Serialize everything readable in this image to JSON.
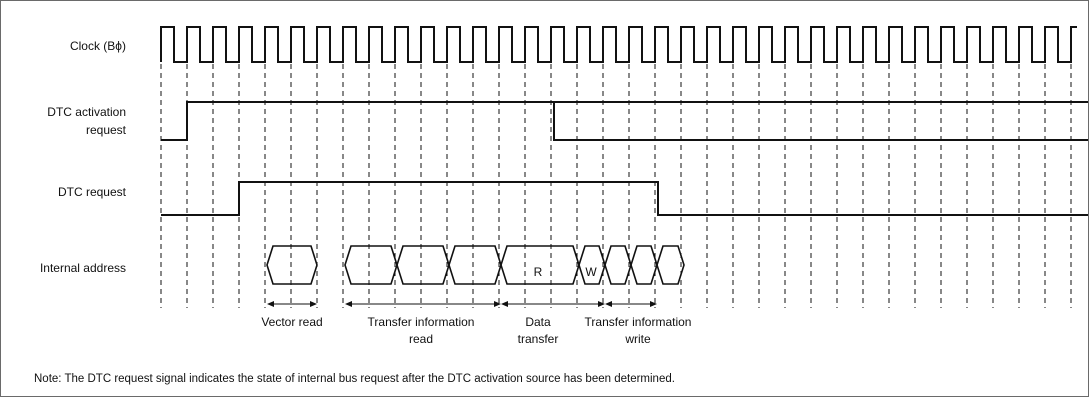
{
  "signals": {
    "clock": "Clock (Bϕ)",
    "activation_line1": "DTC activation",
    "activation_line2": "request",
    "dtc_request": "DTC request",
    "internal_address": "Internal address"
  },
  "bus_labels": {
    "read": "R",
    "write": "W"
  },
  "phases": {
    "vector_read": "Vector read",
    "transfer_info_read_line1": "Transfer information",
    "transfer_info_read_line2": "read",
    "data_transfer_line1": "Data",
    "data_transfer_line2": "transfer",
    "transfer_info_write_line1": "Transfer information",
    "transfer_info_write_line2": "write"
  },
  "note": "Note:  The DTC request signal indicates the state of internal bus request after the DTC activation source has been determined.",
  "colors": {
    "line": "#111111",
    "border": "#6a6a6a",
    "background": "#ffffff"
  }
}
